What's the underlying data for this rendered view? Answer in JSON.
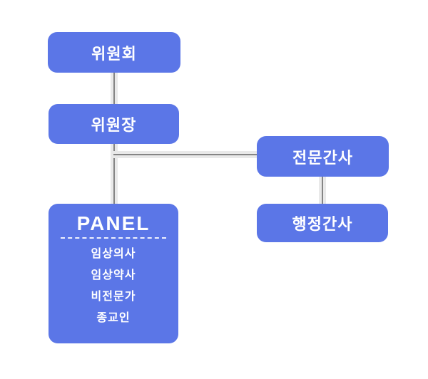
{
  "diagram": {
    "type": "org-chart",
    "background": "#ffffff",
    "node_color": "#5b76e7",
    "text_color": "#ffffff",
    "connector_color": "#858585",
    "connector_halo_color": "#e9e9e9",
    "nodes": {
      "committee": {
        "label": "위원회"
      },
      "chairperson": {
        "label": "위원장"
      },
      "professional_secretary": {
        "label": "전문간사"
      },
      "administrative_secretary": {
        "label": "행정간사"
      },
      "panel": {
        "title": "PANEL",
        "members": [
          "임상의사",
          "임상약사",
          "비전문가",
          "종교인"
        ]
      }
    },
    "edges": [
      {
        "from": "committee",
        "to": "chairperson"
      },
      {
        "from": "chairperson",
        "to": "panel"
      },
      {
        "from": "chairperson",
        "to": "professional_secretary"
      },
      {
        "from": "professional_secretary",
        "to": "administrative_secretary"
      }
    ]
  }
}
